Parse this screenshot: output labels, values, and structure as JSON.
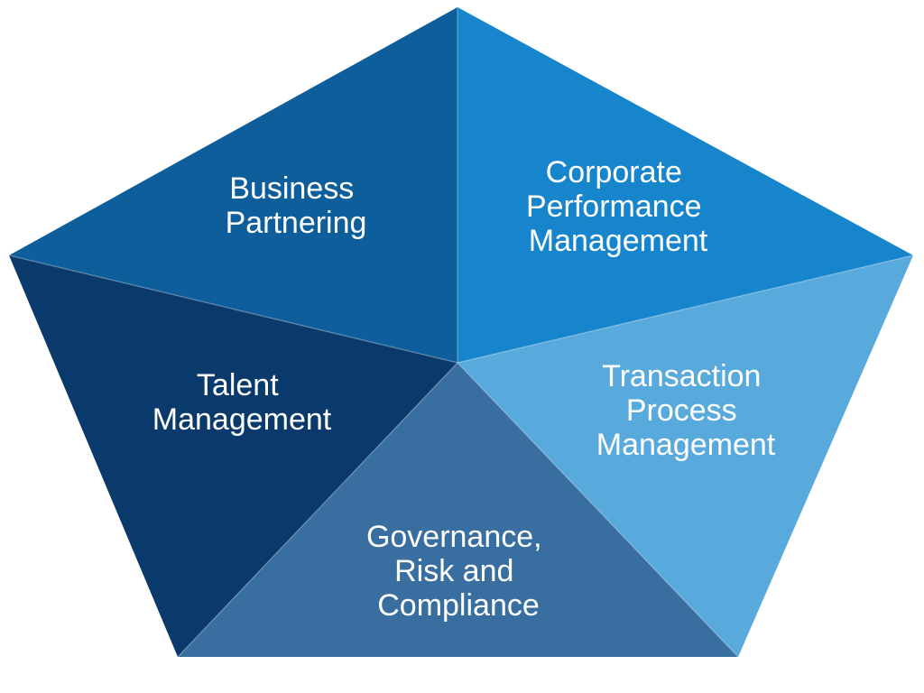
{
  "diagram": {
    "segments": [
      {
        "id": "business-partnering",
        "lines": [
          "Business",
          "Partnering"
        ],
        "color": "#0f5e9c"
      },
      {
        "id": "corporate-performance-management",
        "lines": [
          "Corporate",
          "Performance",
          "Management"
        ],
        "color": "#1685cc"
      },
      {
        "id": "transaction-process-management",
        "lines": [
          "Transaction",
          "Process",
          "Management"
        ],
        "color": "#58a9dc"
      },
      {
        "id": "governance-risk-compliance",
        "lines": [
          "Governance,",
          "Risk and",
          "Compliance"
        ],
        "color": "#386ea0"
      },
      {
        "id": "talent-management",
        "lines": [
          "Talent",
          "Management"
        ],
        "color": "#093a6b"
      }
    ]
  }
}
